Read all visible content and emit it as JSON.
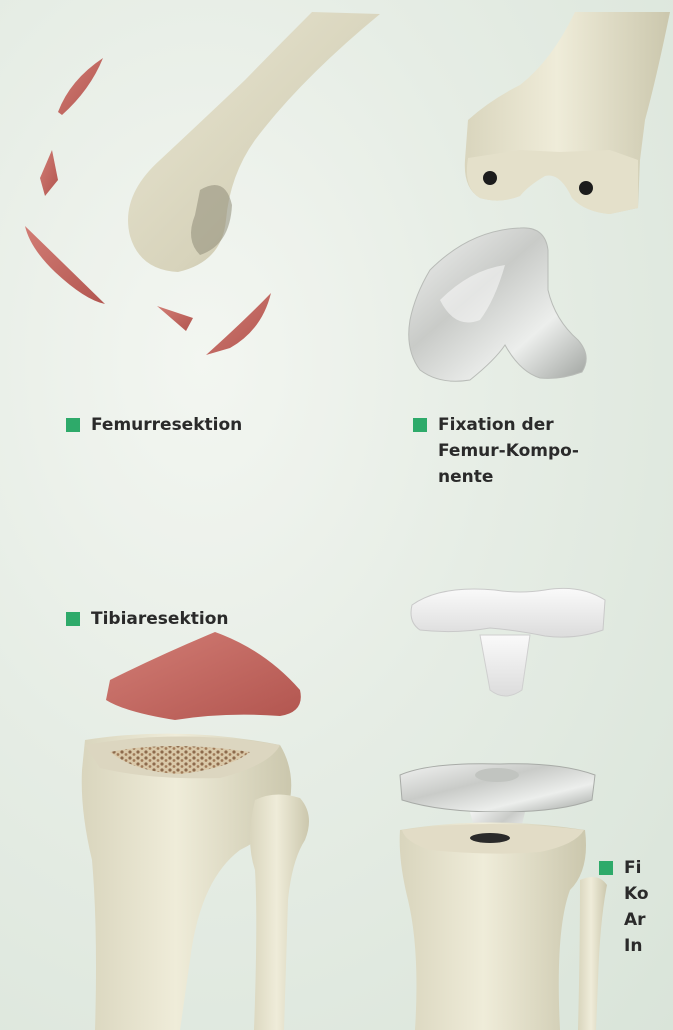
{
  "colors": {
    "accent_marker": "#2eaa6a",
    "bone": "#ece8d4",
    "resection": "#c96a63",
    "implant_metal": "#d9dbd8",
    "implant_poly": "#f2f2f0"
  },
  "captions": {
    "femur_resection": [
      "Femurresektion"
    ],
    "femur_fixation": [
      "Fixation der",
      "Femur-Kompo-",
      "nente"
    ],
    "tibia_resection": [
      "Tibiaresektion"
    ],
    "tibia_fixation": [
      "Fi",
      "Ko",
      "Ar",
      "In"
    ]
  }
}
